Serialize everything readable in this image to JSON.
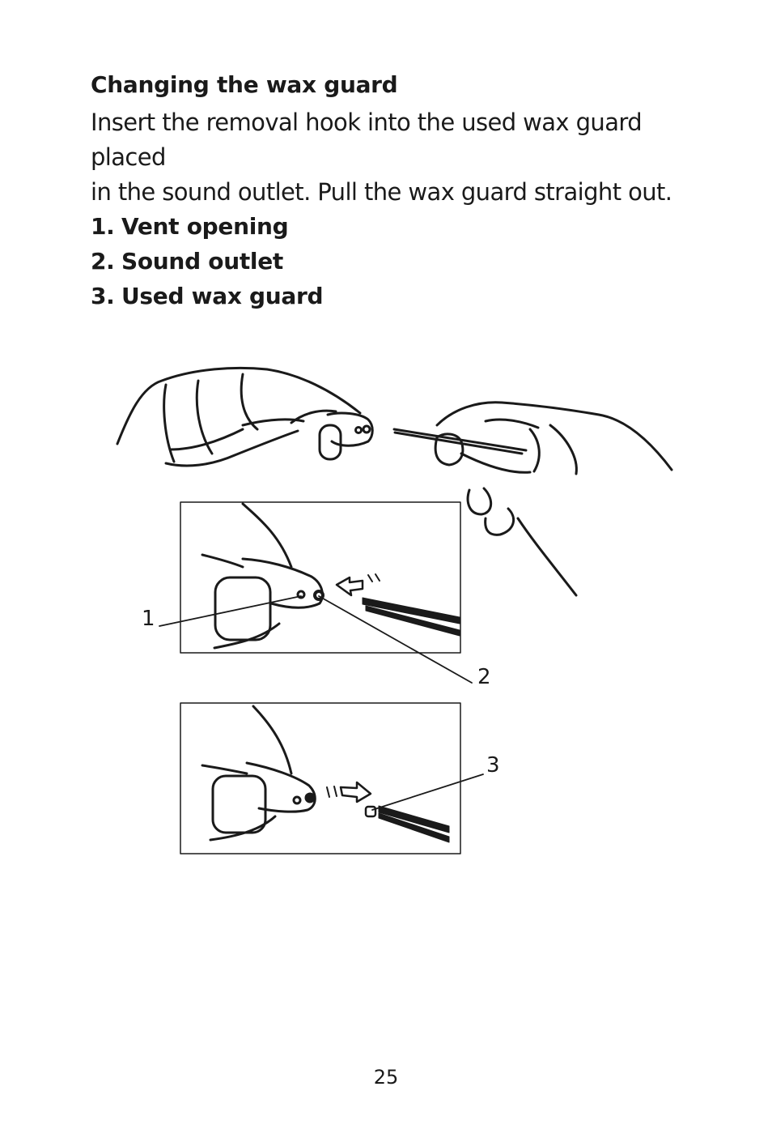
{
  "heading": "Changing the wax guard",
  "body_lines": [
    "Insert the removal hook into the used wax guard placed",
    "in the sound outlet. Pull the wax guard straight out."
  ],
  "list": [
    {
      "num": "1.",
      "label": "Vent opening"
    },
    {
      "num": "2.",
      "label": "Sound outlet"
    },
    {
      "num": "3.",
      "label": "Used wax guard"
    }
  ],
  "callouts": {
    "one": "1",
    "two": "2",
    "three": "3"
  },
  "page_number": "25"
}
